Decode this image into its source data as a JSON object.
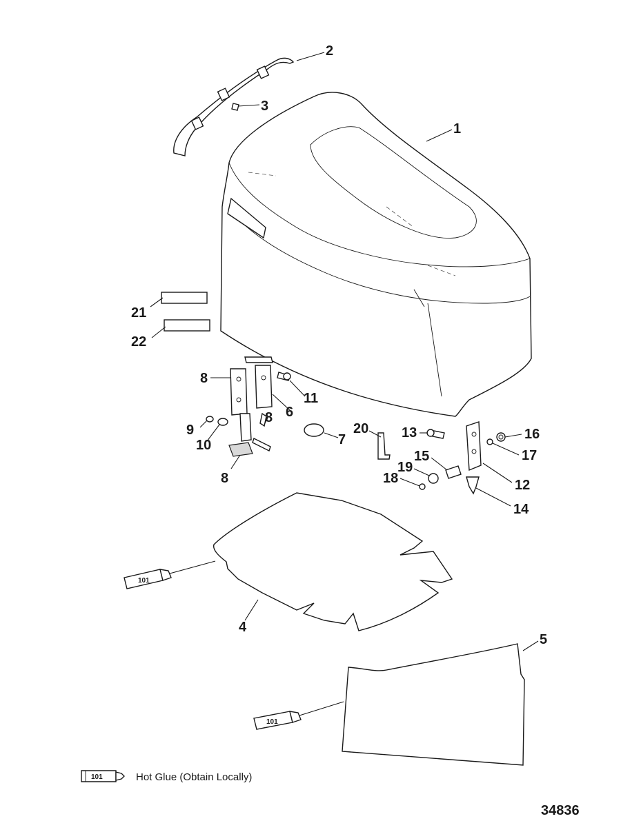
{
  "callouts": {
    "c1": "1",
    "c2": "2",
    "c3": "3",
    "c4": "4",
    "c5": "5",
    "c6": "6",
    "c7": "7",
    "c8a": "8",
    "c8b": "8",
    "c8c": "8",
    "c9": "9",
    "c10": "10",
    "c11": "11",
    "c12": "12",
    "c13": "13",
    "c14": "14",
    "c15": "15",
    "c16": "16",
    "c17": "17",
    "c18": "18",
    "c19": "19",
    "c20": "20",
    "c21": "21",
    "c22": "22"
  },
  "tube_label": "101",
  "legend": {
    "tube_label": "101",
    "text": "Hot Glue (Obtain Locally)"
  },
  "drawing_number": "34836",
  "colors": {
    "line": "#1a1a1a",
    "fill": "#ffffff"
  }
}
